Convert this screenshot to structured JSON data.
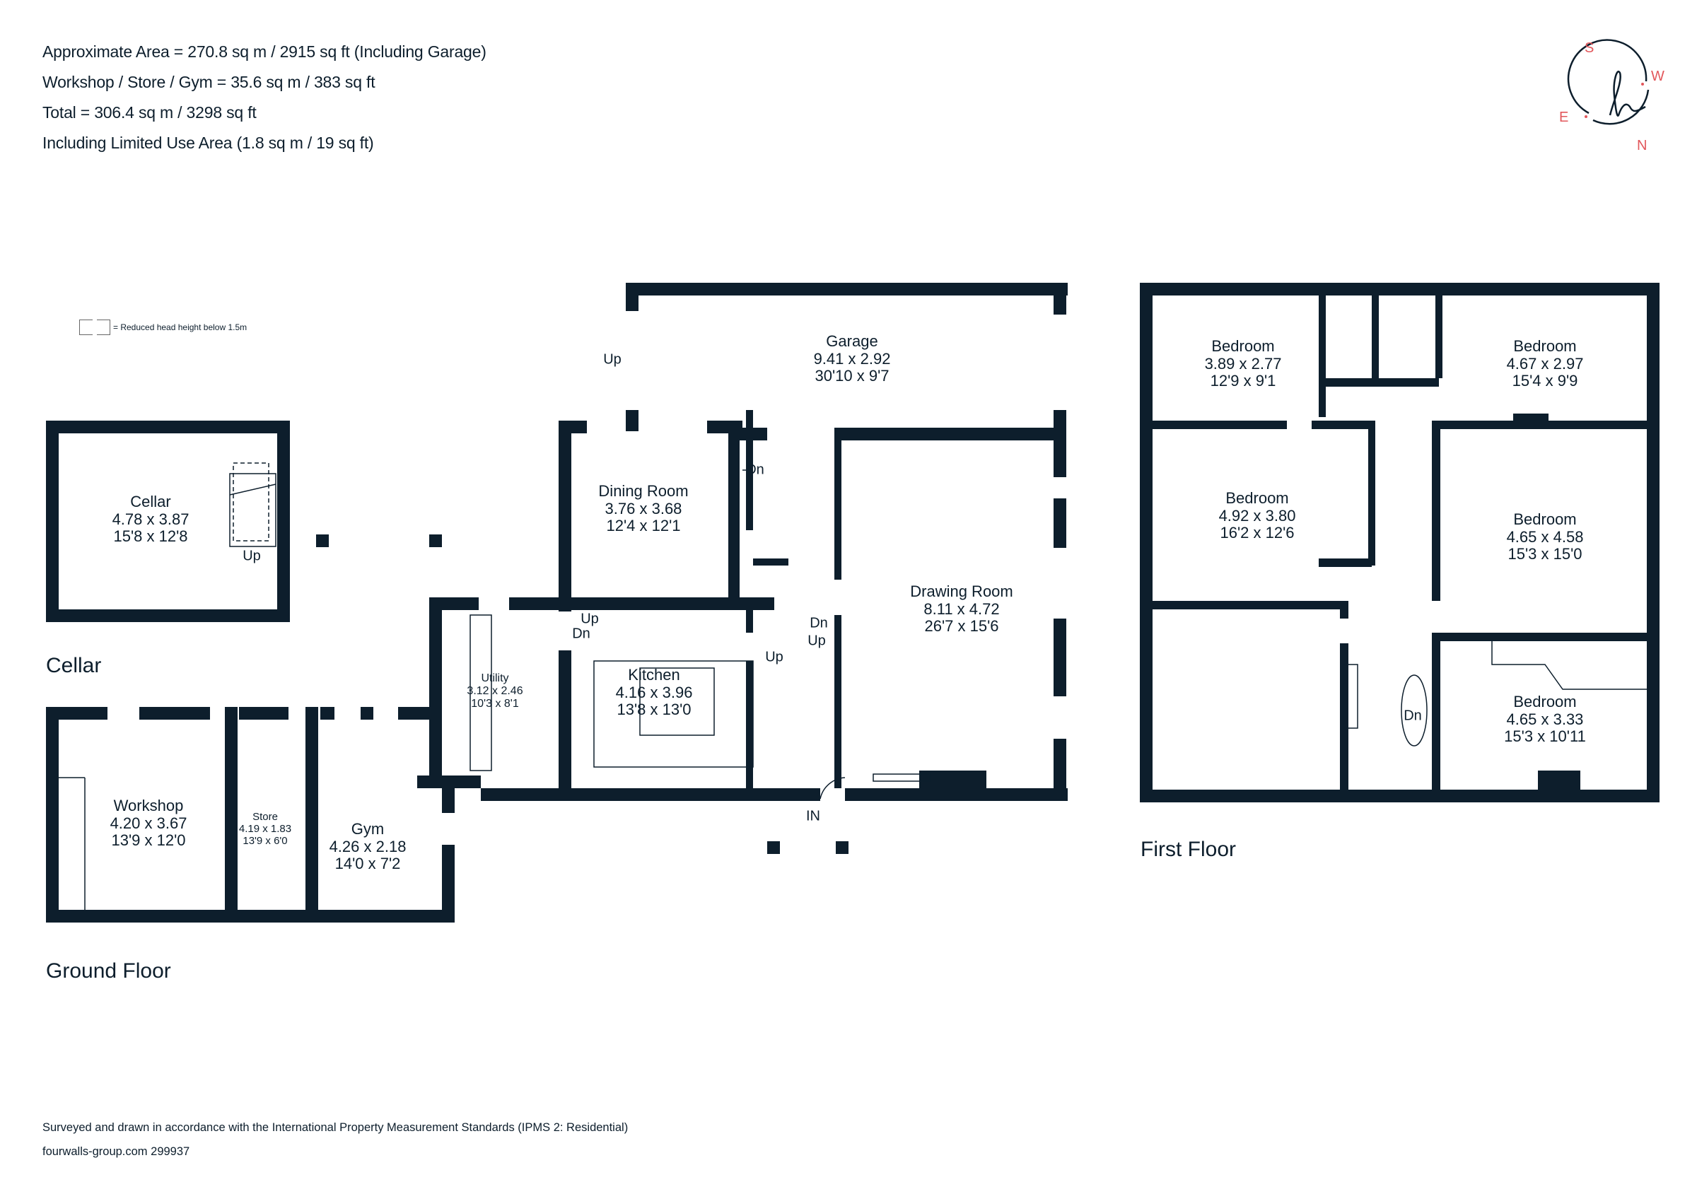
{
  "summary": {
    "lines": [
      "Approximate Area = 270.8 sq m / 2915 sq ft (Including Garage)",
      "Workshop / Store / Gym = 35.6 sq m / 383 sq ft",
      "Total = 306.4 sq m / 3298 sq ft",
      "Including Limited Use Area (1.8 sq m / 19 sq ft)"
    ]
  },
  "legend": {
    "text": "= Reduced head height below 1.5m"
  },
  "compass": {
    "n": "N",
    "s": "S",
    "e": "E",
    "w": "W",
    "accent": "#e2575b",
    "logo": "h"
  },
  "colors": {
    "wall": "#0d1e2c",
    "text": "#0d1e2c",
    "accent": "#e2575b"
  },
  "floors": {
    "cellar": "Cellar",
    "ground": "Ground Floor",
    "first": "First Floor"
  },
  "rooms": {
    "cellar": {
      "name": "Cellar",
      "metric": "4.78 x 3.87",
      "imperial": "15'8 x 12'8"
    },
    "garage": {
      "name": "Garage",
      "metric": "9.41 x 2.92",
      "imperial": "30'10 x 9'7"
    },
    "dining": {
      "name": "Dining Room",
      "metric": "3.76 x 3.68",
      "imperial": "12'4 x 12'1"
    },
    "drawing": {
      "name": "Drawing Room",
      "metric": "8.11 x 4.72",
      "imperial": "26'7 x 15'6"
    },
    "utility": {
      "name": "Utility",
      "metric": "3.12 x 2.46",
      "imperial": "10'3 x 8'1"
    },
    "kitchen": {
      "name": "Kitchen",
      "metric": "4.16 x 3.96",
      "imperial": "13'8 x 13'0"
    },
    "workshop": {
      "name": "Workshop",
      "metric": "4.20 x 3.67",
      "imperial": "13'9 x 12'0"
    },
    "store": {
      "name": "Store",
      "metric": "4.19 x 1.83",
      "imperial": "13'9 x 6'0"
    },
    "gym": {
      "name": "Gym",
      "metric": "4.26 x 2.18",
      "imperial": "14'0 x 7'2"
    },
    "bed1": {
      "name": "Bedroom",
      "metric": "3.89 x 2.77",
      "imperial": "12'9 x 9'1"
    },
    "bed2": {
      "name": "Bedroom",
      "metric": "4.67 x 2.97",
      "imperial": "15'4 x 9'9"
    },
    "bed3": {
      "name": "Bedroom",
      "metric": "4.92 x 3.80",
      "imperial": "16'2 x 12'6"
    },
    "bed4": {
      "name": "Bedroom",
      "metric": "4.65 x 4.58",
      "imperial": "15'3 x 15'0"
    },
    "bed5": {
      "name": "Bedroom",
      "metric": "4.65 x 3.33",
      "imperial": "15'3 x 10'11"
    }
  },
  "stair_tags": {
    "cellar_up": "Up",
    "garage_up": "Up",
    "hall_dn": "Dn",
    "kitchen_up": "Up",
    "kitchen_dn": "Dn",
    "hall_dn2": "Dn",
    "hall_up2": "Up",
    "stair_up": "Up",
    "entrance": "IN",
    "first_dn": "Dn"
  },
  "footer": {
    "standard": "Surveyed and drawn in accordance with the International Property Measurement Standards (IPMS 2: Residential)",
    "ref": "fourwalls-group.com 299937"
  }
}
